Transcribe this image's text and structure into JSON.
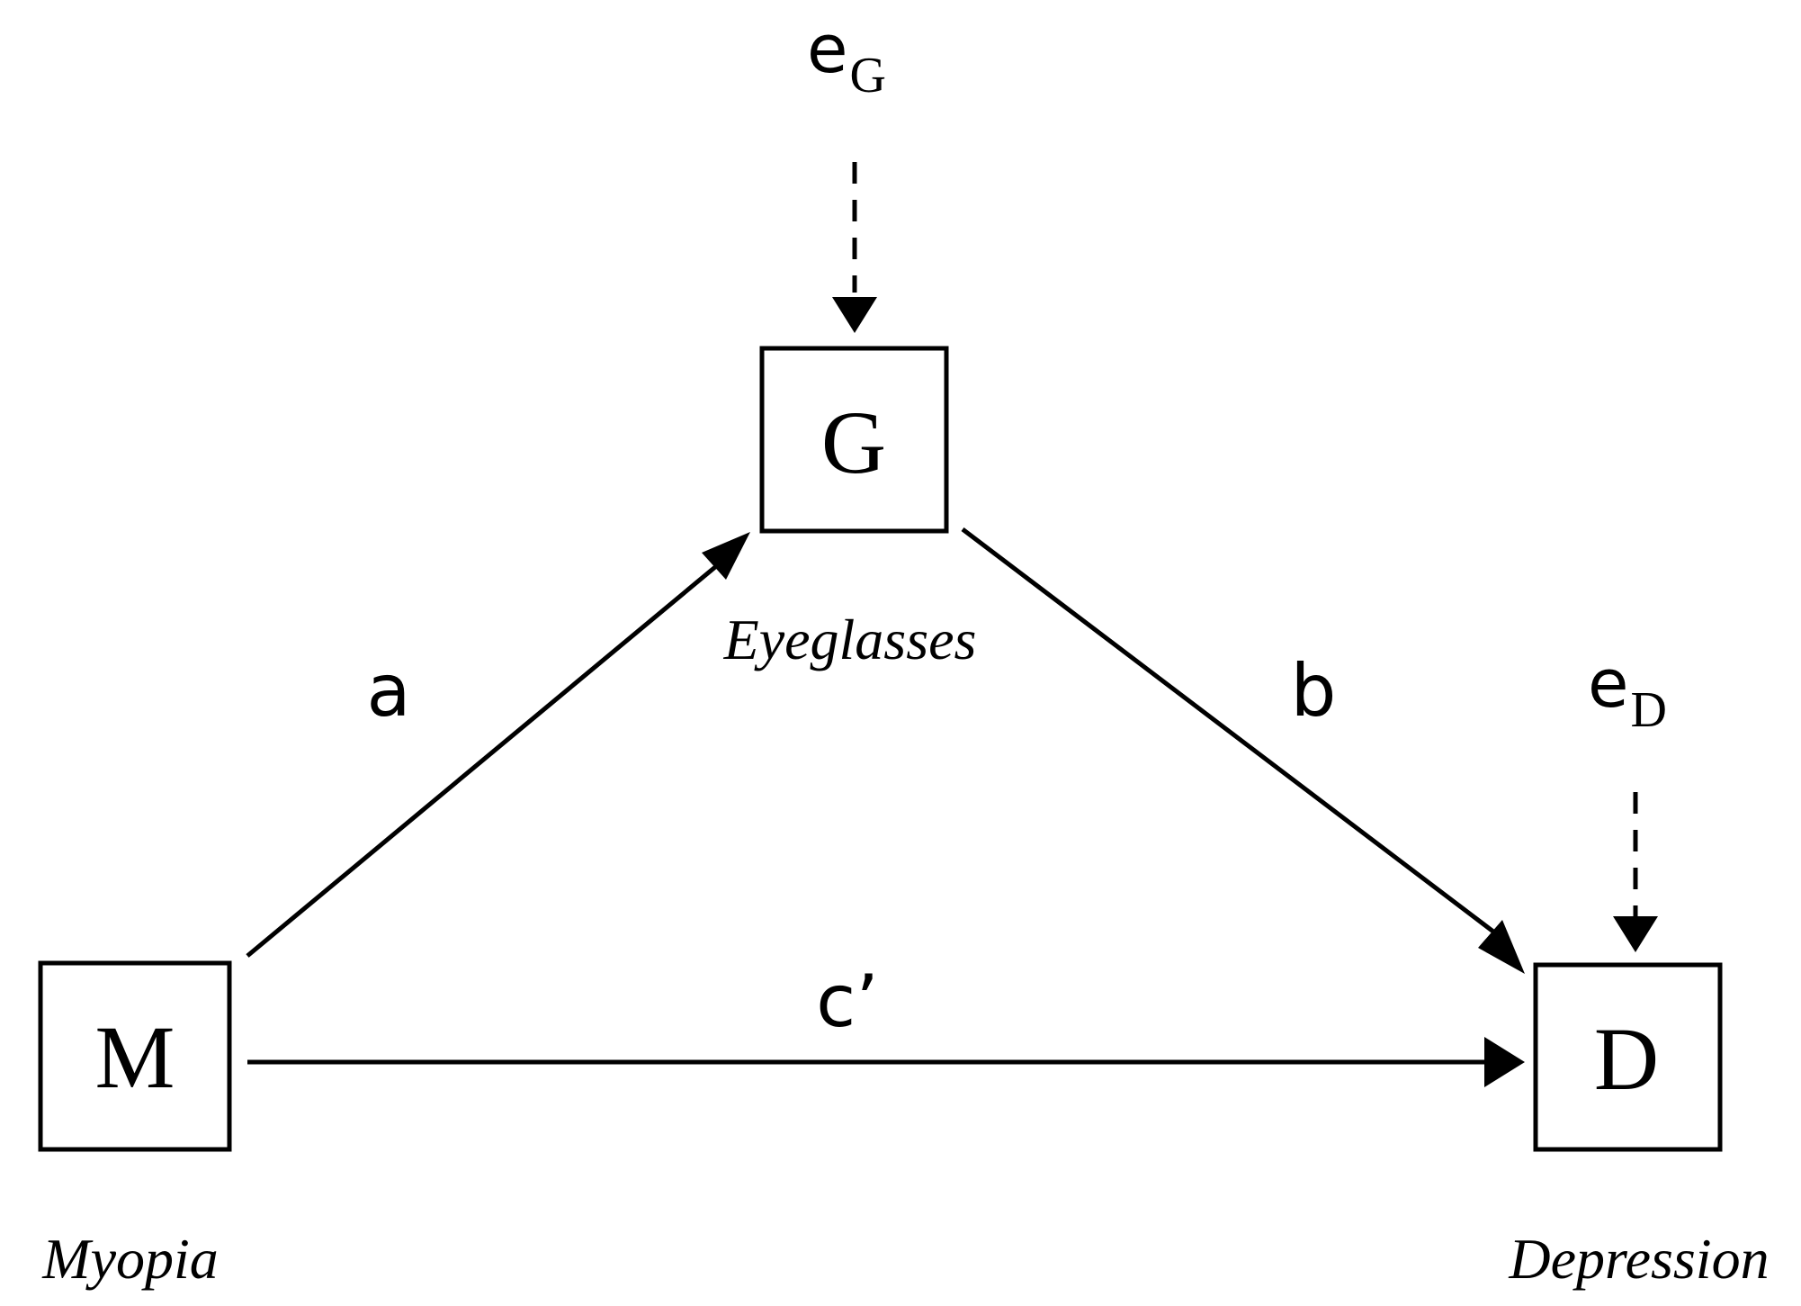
{
  "nodes": {
    "myopia": {
      "letter": "M",
      "caption": "Myopia"
    },
    "eyeglasses": {
      "letter": "G",
      "caption": "Eyeglasses"
    },
    "depression": {
      "letter": "D",
      "caption": "Depression"
    }
  },
  "paths": {
    "a": "a",
    "b": "b",
    "c_prime": "c’"
  },
  "errors": {
    "eyeglasses": {
      "main": "e",
      "sub": "G"
    },
    "depression": {
      "main": "e",
      "sub": "D"
    }
  }
}
